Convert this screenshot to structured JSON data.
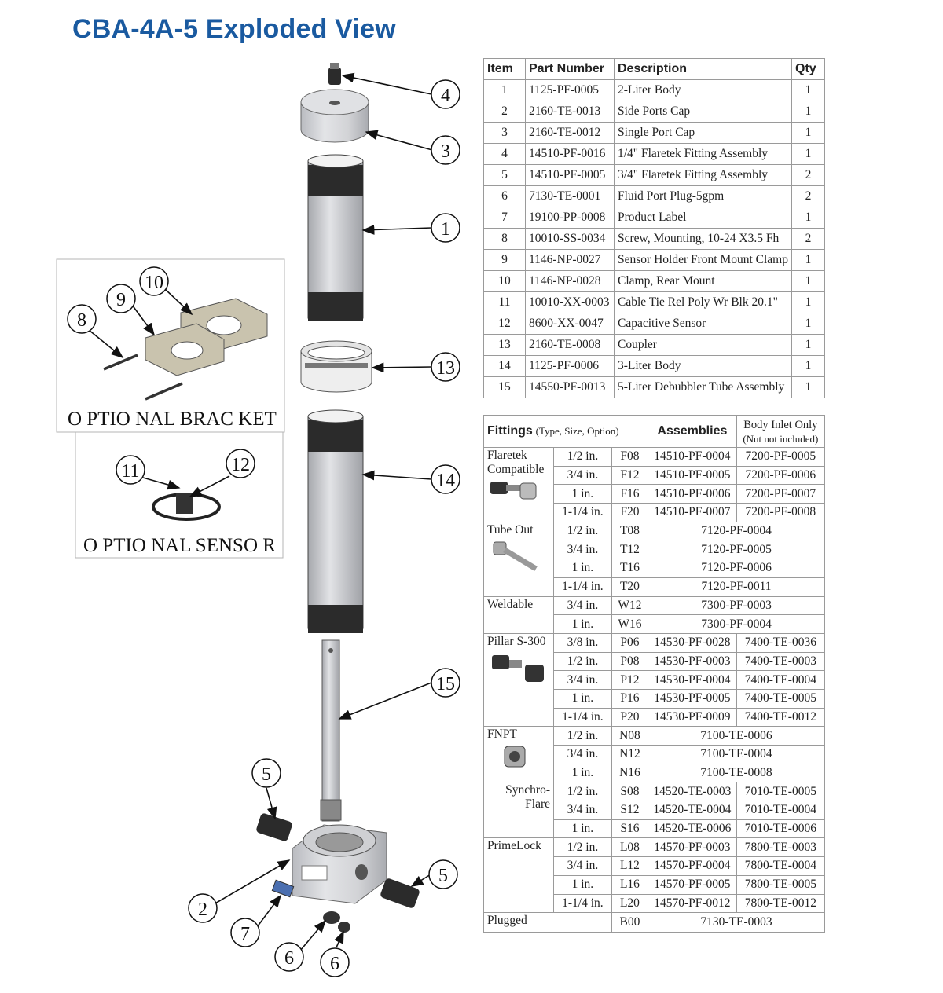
{
  "title": "CBA-4A-5 Exploded View",
  "diagram": {
    "callouts": [
      "4",
      "3",
      "1",
      "13",
      "14",
      "15",
      "5",
      "5",
      "2",
      "7",
      "6",
      "6",
      "10",
      "9",
      "8",
      "11",
      "12"
    ],
    "optional_bracket_label": "O PTIO NAL BRAC KET",
    "optional_sensor_label": "O PTIO NAL SENSO R",
    "colors": {
      "title": "#1a5aa0",
      "body_gray": "#d4d5d8",
      "dark_band": "#2b2b2b",
      "line": "#222222"
    }
  },
  "parts_table": {
    "headers": [
      "Item",
      "Part Number",
      "Description",
      "Qty"
    ],
    "rows": [
      [
        "1",
        "1125-PF-0005",
        "2-Liter Body",
        "1"
      ],
      [
        "2",
        "2160-TE-0013",
        "Side Ports Cap",
        "1"
      ],
      [
        "3",
        "2160-TE-0012",
        "Single Port Cap",
        "1"
      ],
      [
        "4",
        "14510-PF-0016",
        "1/4\" Flaretek Fitting Assembly",
        "1"
      ],
      [
        "5",
        "14510-PF-0005",
        "3/4\" Flaretek Fitting Assembly",
        "2"
      ],
      [
        "6",
        "7130-TE-0001",
        "Fluid Port Plug-5gpm",
        "2"
      ],
      [
        "7",
        "19100-PP-0008",
        "Product Label",
        "1"
      ],
      [
        "8",
        "10010-SS-0034",
        "Screw, Mounting, 10-24 X3.5 Fh",
        "2"
      ],
      [
        "9",
        "1146-NP-0027",
        "Sensor Holder Front Mount Clamp",
        "1"
      ],
      [
        "10",
        "1146-NP-0028",
        "Clamp, Rear Mount",
        "1"
      ],
      [
        "11",
        "10010-XX-0003",
        "Cable Tie Rel Poly Wr Blk 20.1\"",
        "1"
      ],
      [
        "12",
        "8600-XX-0047",
        "Capacitive Sensor",
        "1"
      ],
      [
        "13",
        "2160-TE-0008",
        "Coupler",
        "1"
      ],
      [
        "14",
        "1125-PF-0006",
        "3-Liter Body",
        "1"
      ],
      [
        "15",
        "14550-PF-0013",
        "5-Liter Debubbler Tube Assembly",
        "1"
      ]
    ]
  },
  "fittings_table": {
    "header_fittings": "Fittings",
    "header_fittings_sub": "(Type, Size, Option)",
    "header_assemblies": "Assemblies",
    "header_body_inlet": "Body Inlet Only",
    "header_body_inlet_sub": "(Nut not included)",
    "flaretek": {
      "name1": "Flaretek",
      "name2": "Compatible",
      "rows": [
        [
          "1/2 in.",
          "F08",
          "14510-PF-0004",
          "7200-PF-0005"
        ],
        [
          "3/4 in.",
          "F12",
          "14510-PF-0005",
          "7200-PF-0006"
        ],
        [
          "1 in.",
          "F16",
          "14510-PF-0006",
          "7200-PF-0007"
        ],
        [
          "1-1/4 in.",
          "F20",
          "14510-PF-0007",
          "7200-PF-0008"
        ]
      ]
    },
    "tube_out": {
      "name": "Tube Out",
      "rows": [
        [
          "1/2 in.",
          "T08",
          "7120-PF-0004"
        ],
        [
          "3/4 in.",
          "T12",
          "7120-PF-0005"
        ],
        [
          "1 in.",
          "T16",
          "7120-PF-0006"
        ],
        [
          "1-1/4 in.",
          "T20",
          "7120-PF-0011"
        ]
      ]
    },
    "weldable": {
      "name": "Weldable",
      "rows": [
        [
          "3/4 in.",
          "W12",
          "7300-PF-0003"
        ],
        [
          "1 in.",
          "W16",
          "7300-PF-0004"
        ]
      ]
    },
    "pillar": {
      "name": "Pillar S-300",
      "rows": [
        [
          "3/8 in.",
          "P06",
          "14530-PF-0028",
          "7400-TE-0036"
        ],
        [
          "1/2 in.",
          "P08",
          "14530-PF-0003",
          "7400-TE-0003"
        ],
        [
          "3/4 in.",
          "P12",
          "14530-PF-0004",
          "7400-TE-0004"
        ],
        [
          "1 in.",
          "P16",
          "14530-PF-0005",
          "7400-TE-0005"
        ],
        [
          "1-1/4 in.",
          "P20",
          "14530-PF-0009",
          "7400-TE-0012"
        ]
      ]
    },
    "fnpt": {
      "name": "FNPT",
      "rows": [
        [
          "1/2 in.",
          "N08",
          "7100-TE-0006"
        ],
        [
          "3/4 in.",
          "N12",
          "7100-TE-0004"
        ],
        [
          "1 in.",
          "N16",
          "7100-TE-0008"
        ]
      ]
    },
    "synchro": {
      "name1": "Synchro-",
      "name2": "Flare",
      "rows": [
        [
          "1/2 in.",
          "S08",
          "14520-TE-0003",
          "7010-TE-0005"
        ],
        [
          "3/4 in.",
          "S12",
          "14520-TE-0004",
          "7010-TE-0004"
        ],
        [
          "1 in.",
          "S16",
          "14520-TE-0006",
          "7010-TE-0006"
        ]
      ]
    },
    "primelock": {
      "name": "PrimeLock",
      "rows": [
        [
          "1/2 in.",
          "L08",
          "14570-PF-0003",
          "7800-TE-0003"
        ],
        [
          "3/4 in.",
          "L12",
          "14570-PF-0004",
          "7800-TE-0004"
        ],
        [
          "1 in.",
          "L16",
          "14570-PF-0005",
          "7800-TE-0005"
        ],
        [
          "1-1/4 in.",
          "L20",
          "14570-PF-0012",
          "7800-TE-0012"
        ]
      ]
    },
    "plugged": {
      "name": "Plugged",
      "option": "B00",
      "assembly": "7130-TE-0003"
    }
  }
}
